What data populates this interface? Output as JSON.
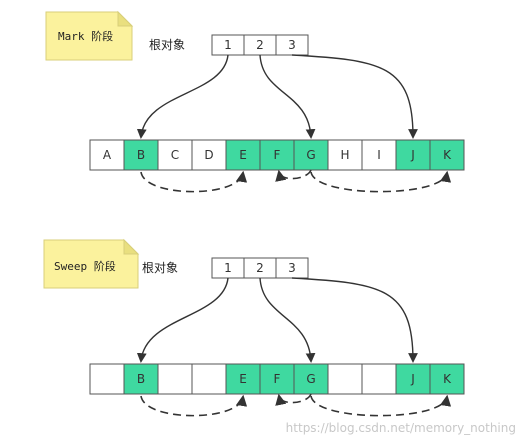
{
  "colors": {
    "marked": "#3fd9a0",
    "unmarked": "#ffffff",
    "note": "#fbf29d",
    "stroke": "#555555",
    "arrow": "#333333"
  },
  "stages": [
    {
      "note": "Mark 阶段",
      "root_label": "根对象",
      "roots": [
        "1",
        "2",
        "3"
      ],
      "cells": [
        {
          "label": "A",
          "marked": false
        },
        {
          "label": "B",
          "marked": true
        },
        {
          "label": "C",
          "marked": false
        },
        {
          "label": "D",
          "marked": false
        },
        {
          "label": "E",
          "marked": true
        },
        {
          "label": "F",
          "marked": true
        },
        {
          "label": "G",
          "marked": true
        },
        {
          "label": "H",
          "marked": false
        },
        {
          "label": "I",
          "marked": false
        },
        {
          "label": "J",
          "marked": true
        },
        {
          "label": "K",
          "marked": true
        }
      ]
    },
    {
      "note": "Sweep 阶段",
      "root_label": "根对象",
      "roots": [
        "1",
        "2",
        "3"
      ],
      "cells": [
        {
          "label": "",
          "marked": false
        },
        {
          "label": "B",
          "marked": true
        },
        {
          "label": "",
          "marked": false
        },
        {
          "label": "",
          "marked": false
        },
        {
          "label": "E",
          "marked": true
        },
        {
          "label": "F",
          "marked": true
        },
        {
          "label": "G",
          "marked": true
        },
        {
          "label": "",
          "marked": false
        },
        {
          "label": "",
          "marked": false
        },
        {
          "label": "J",
          "marked": true
        },
        {
          "label": "K",
          "marked": true
        }
      ]
    }
  ],
  "root_refs": [
    {
      "from": 0,
      "to": 1
    },
    {
      "from": 1,
      "to": 6
    },
    {
      "from": 2,
      "to": 9
    }
  ],
  "object_refs": [
    {
      "from": 1,
      "to": 4
    },
    {
      "from": 6,
      "to": 5
    },
    {
      "from": 6,
      "to": 10
    }
  ],
  "watermark": "https://blog.csdn.net/memory_nothing"
}
